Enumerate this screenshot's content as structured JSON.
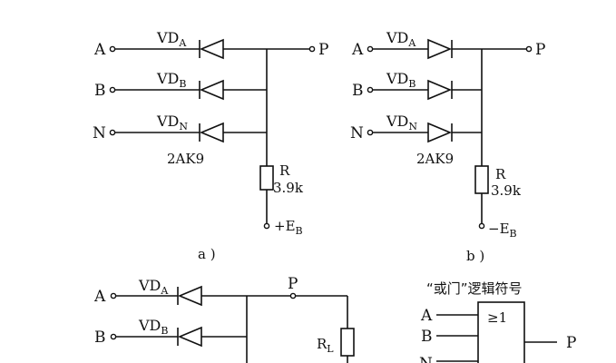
{
  "circuit_a": {
    "inputs": [
      "A",
      "B",
      "N"
    ],
    "diodes": [
      {
        "base": "VD",
        "sub": "A"
      },
      {
        "base": "VD",
        "sub": "B"
      },
      {
        "base": "VD",
        "sub": "N"
      }
    ],
    "diode_type": "2AK9",
    "output": "P",
    "resistor": {
      "name": "R",
      "value": "3.9k"
    },
    "supply": "+E",
    "supply_sub": "B",
    "caption": "a )"
  },
  "circuit_b": {
    "inputs": [
      "A",
      "B",
      "N"
    ],
    "diodes": [
      {
        "base": "VD",
        "sub": "A"
      },
      {
        "base": "VD",
        "sub": "B"
      },
      {
        "base": "VD",
        "sub": "N"
      }
    ],
    "diode_type": "2AK9",
    "output": "P",
    "resistor": {
      "name": "R",
      "value": "3.9k"
    },
    "supply": "−E",
    "supply_sub": "B",
    "caption": "b )"
  },
  "circuit_c": {
    "inputs": [
      "A",
      "B"
    ],
    "diodes": [
      {
        "base": "VD",
        "sub": "A"
      },
      {
        "base": "VD",
        "sub": "B"
      }
    ],
    "output": "P",
    "load": {
      "name": "R",
      "sub": "L"
    }
  },
  "or_gate": {
    "title": "“或门”逻辑符号",
    "symbol": "≥1",
    "inputs": [
      "A",
      "B",
      "N"
    ],
    "output": "P"
  }
}
